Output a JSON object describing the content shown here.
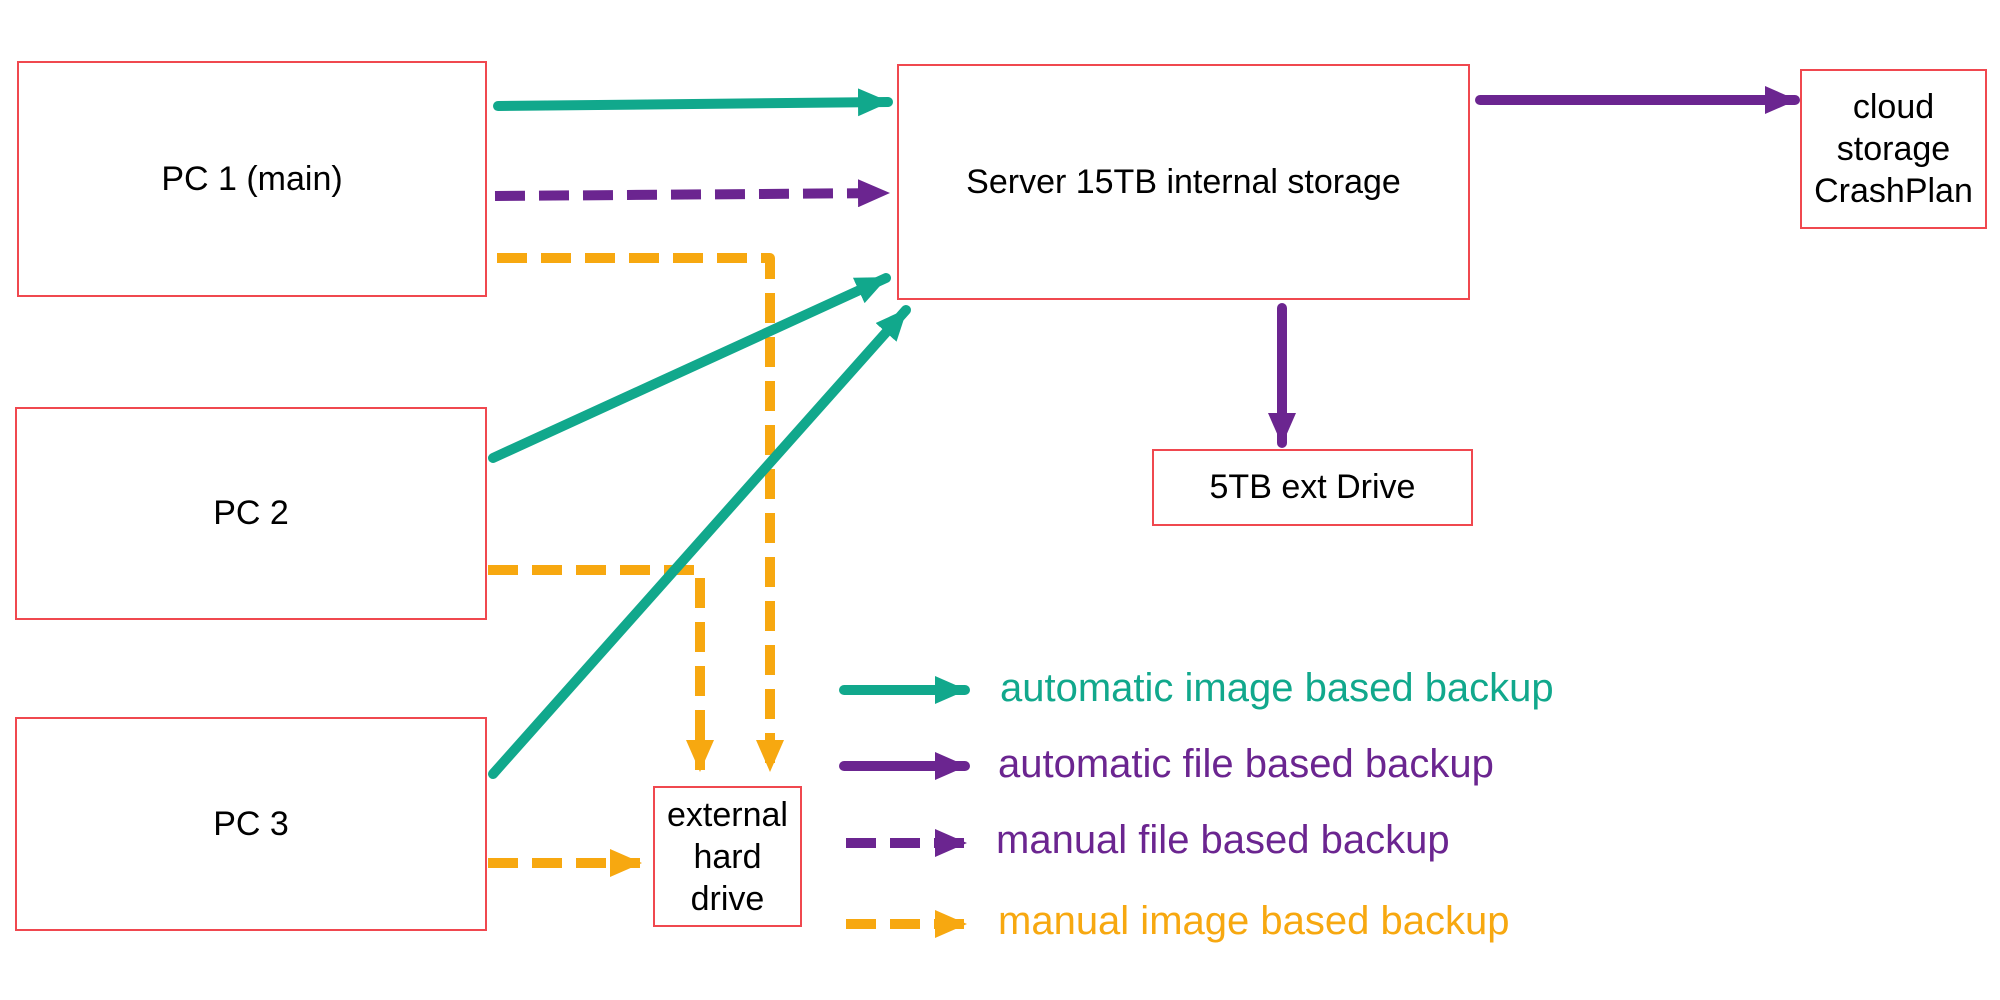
{
  "nodes": {
    "pc1": {
      "label": "PC 1 (main)"
    },
    "pc2": {
      "label": "PC 2"
    },
    "pc3": {
      "label": "PC 3"
    },
    "server": {
      "label": "Server 15TB internal storage"
    },
    "cloud": {
      "label": "cloud\nstorage\nCrashPlan"
    },
    "ext5tb": {
      "label": "5TB ext Drive"
    },
    "exthdd": {
      "label": "external\nhard\ndrive"
    }
  },
  "legend": {
    "auto_image": "automatic image based backup",
    "auto_file": "automatic file based backup",
    "manual_file": "manual file based backup",
    "manual_image": "manual image based backup"
  },
  "colors": {
    "auto_image": "#11a88c",
    "auto_file": "#6b2590",
    "manual_file": "#6b2590",
    "manual_image": "#f7a810",
    "box_border": "#f0484f"
  },
  "connections": [
    {
      "from": "pc1",
      "to": "server",
      "type": "auto_image"
    },
    {
      "from": "pc1",
      "to": "server",
      "type": "manual_file"
    },
    {
      "from": "pc1",
      "to": "exthdd",
      "type": "manual_image"
    },
    {
      "from": "pc2",
      "to": "server",
      "type": "auto_image"
    },
    {
      "from": "pc2",
      "to": "exthdd",
      "type": "manual_image"
    },
    {
      "from": "pc3",
      "to": "server",
      "type": "auto_image"
    },
    {
      "from": "pc3",
      "to": "exthdd",
      "type": "manual_image"
    },
    {
      "from": "server",
      "to": "cloud",
      "type": "auto_file"
    },
    {
      "from": "server",
      "to": "ext5tb",
      "type": "auto_file"
    }
  ]
}
